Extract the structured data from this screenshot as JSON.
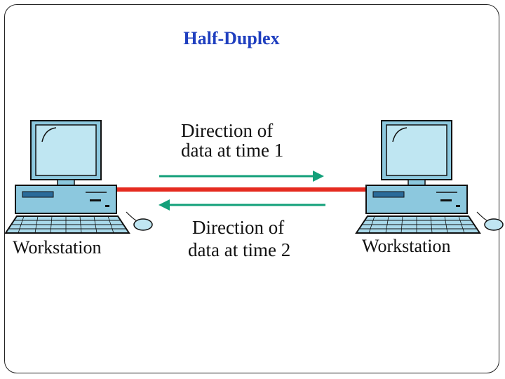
{
  "slide": {
    "title": "Half-Duplex"
  },
  "diagram": {
    "left_workstation": {
      "label": "Workstation"
    },
    "right_workstation": {
      "label": "Workstation"
    },
    "time1": {
      "line1": "Direction of",
      "line2": "data at time 1"
    },
    "time2": {
      "line1": "Direction of",
      "line2": "data at time 2"
    },
    "colors": {
      "title": "#1f3fbf",
      "link": "#e52b20",
      "arrow": "#13a07a",
      "screen": "#bfe6f2",
      "case": "#8cc8de",
      "keyboard": "#a9d9ea"
    },
    "icons": [
      "computer-icon",
      "mouse-icon",
      "arrow-right-icon",
      "arrow-left-icon"
    ]
  }
}
